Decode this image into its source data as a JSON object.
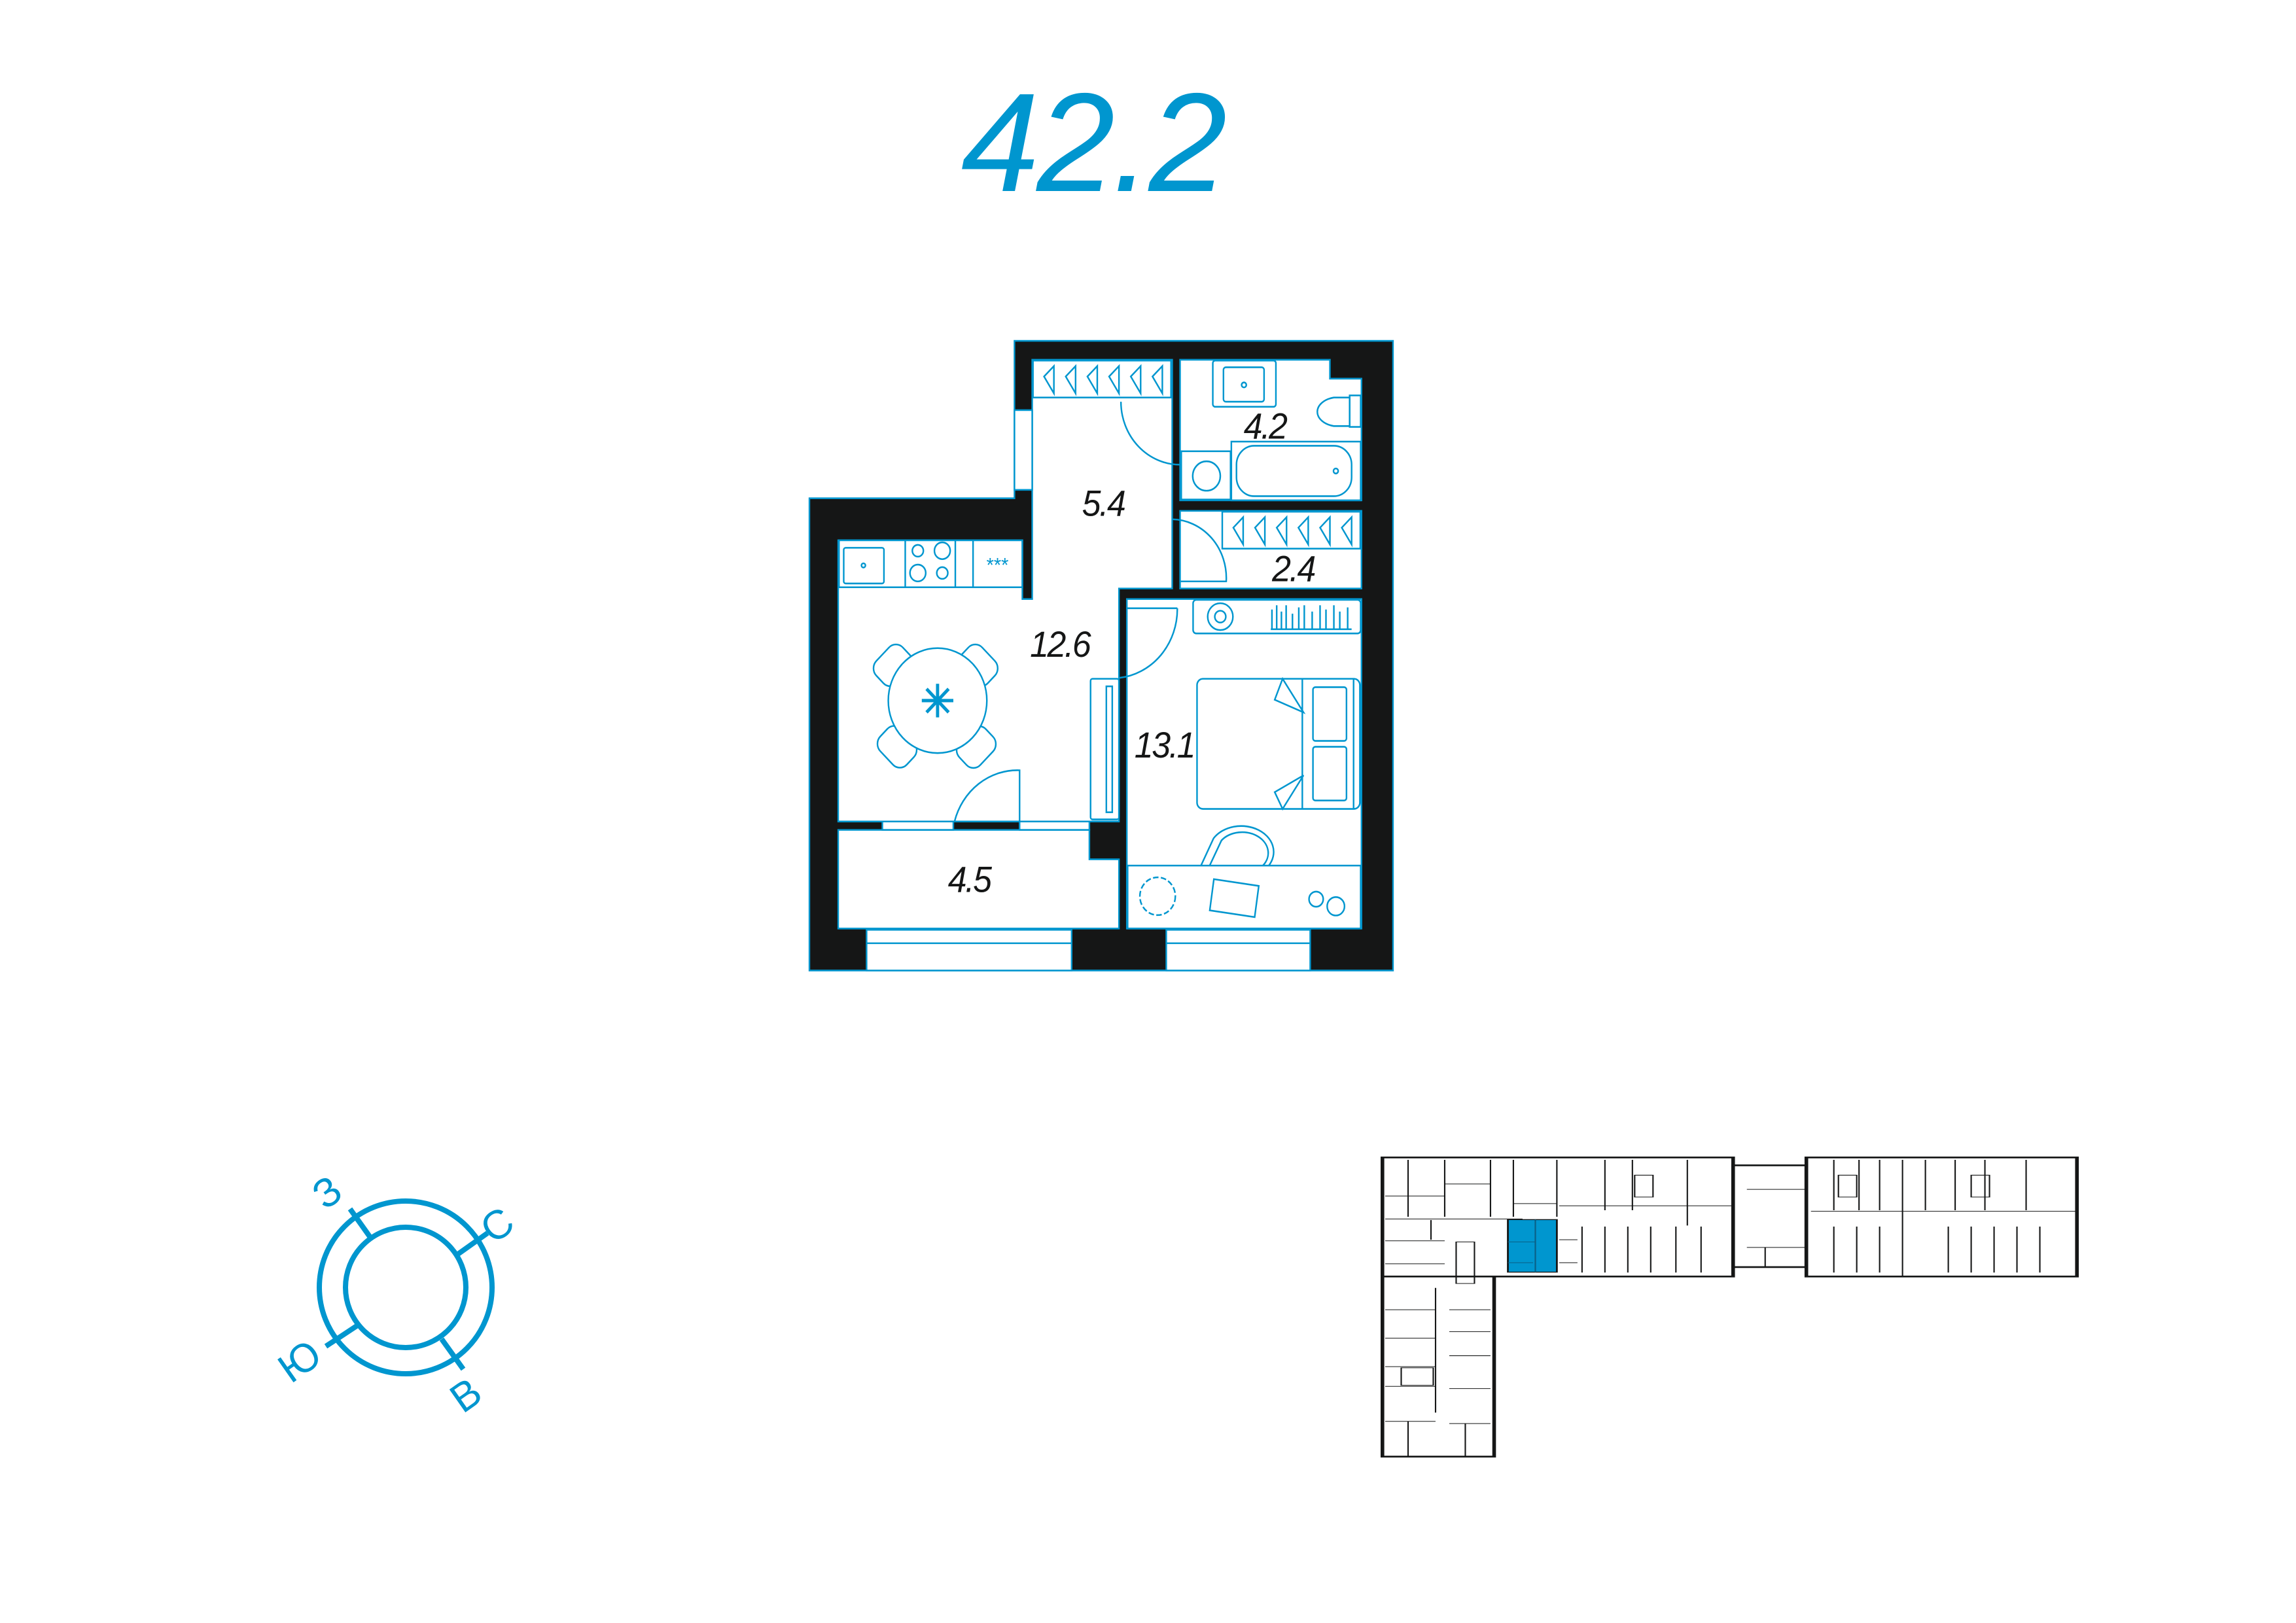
{
  "apartment": {
    "total_area": "42.2",
    "rooms": [
      {
        "name": "hallway",
        "area": "5.4"
      },
      {
        "name": "bathroom",
        "area": "4.2"
      },
      {
        "name": "closet",
        "area": "2.4"
      },
      {
        "name": "kitchen-living",
        "area": "12.6"
      },
      {
        "name": "bedroom",
        "area": "13.1"
      },
      {
        "name": "balcony",
        "area": "4.5"
      }
    ]
  },
  "compass": {
    "west": "З",
    "north": "С",
    "south": "Ю",
    "east": "В"
  },
  "colors": {
    "accent": "#0096cf",
    "wall": "#151616"
  }
}
